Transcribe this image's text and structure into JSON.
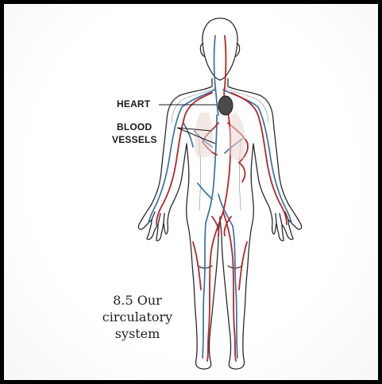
{
  "labels": {
    "heart": "HEART",
    "blood_line1": "BLOOD",
    "blood_line2": "VESSELS"
  },
  "caption": {
    "line1": "8.5 Our",
    "line2": "circulatory",
    "line3": "system"
  },
  "colors": {
    "frame": "#000000",
    "artery": "#b3262c",
    "vein": "#3a6fa6",
    "heart": "#4a4a4a",
    "outline": "#2a2a2a"
  },
  "icons": [
    "human-body-illustration",
    "heart-icon"
  ]
}
